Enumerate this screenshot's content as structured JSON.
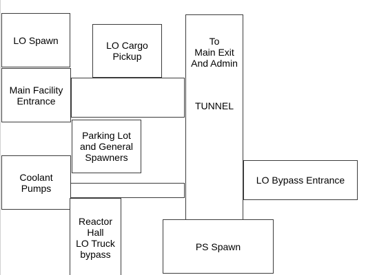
{
  "diagram": {
    "lo_spawn": "LO Spawn",
    "lo_cargo_pickup": "LO Cargo\nPickup",
    "main_facility_entrance": "Main Facility\nEntrance",
    "tunnel_heading": "To\nMain Exit\nAnd Admin",
    "tunnel_label": "TUNNEL",
    "parking_lot": "Parking Lot\nand General\nSpawners",
    "coolant_pumps": "Coolant\nPumps",
    "lo_bypass_entrance": "LO Bypass Entrance",
    "reactor_hall": "Reactor\nHall\nLO Truck\nbypass",
    "ps_spawn": "PS Spawn"
  }
}
